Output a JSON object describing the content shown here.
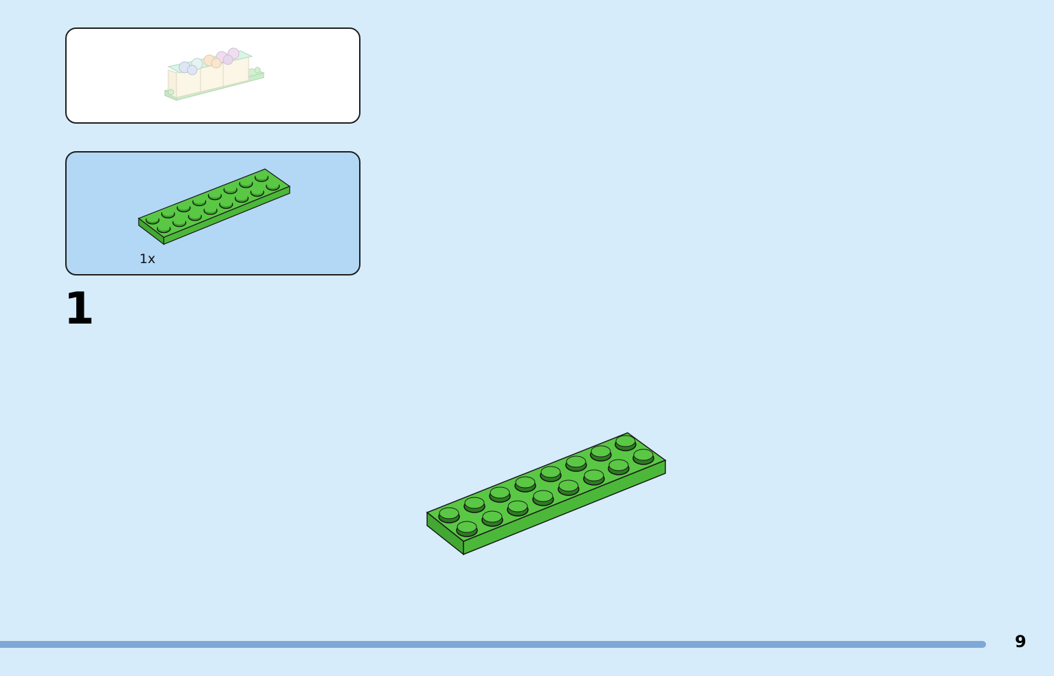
{
  "parts_list": {
    "items": [
      {
        "quantity": "1x",
        "icon": "green-plate-2x8-icon",
        "color": "#52c43c"
      }
    ]
  },
  "step": {
    "number": "1"
  },
  "page": {
    "number": "9"
  },
  "colors": {
    "background": "#d6ecfa",
    "parts_panel": "#b3d8f6",
    "brick_green": "#52c43c",
    "progress_bar": "#7fa8d6"
  }
}
